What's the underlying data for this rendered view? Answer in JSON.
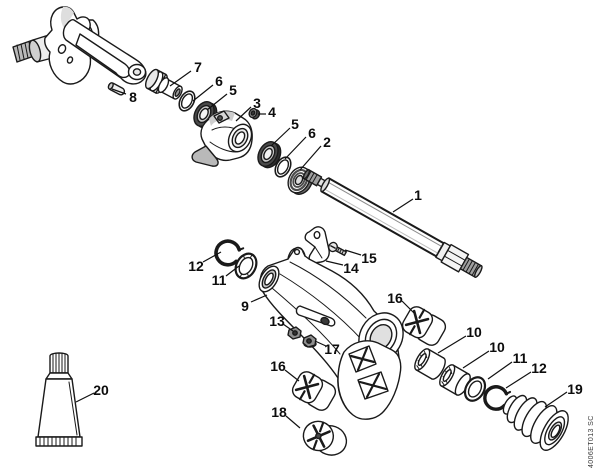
{
  "figure": {
    "kind": "exploded-parts-diagram",
    "drawing_number": "4006ET013 SC",
    "background_color": "#ffffff",
    "line_color": "#1a1a1a"
  },
  "callouts": [
    {
      "label": "7",
      "part": "swivel-bushing"
    },
    {
      "label": "8",
      "part": "locating-pin"
    },
    {
      "label": "6",
      "part": "o-ring-upper"
    },
    {
      "label": "5",
      "part": "sealing-ring-upper"
    },
    {
      "label": "3",
      "part": "clamp-body"
    },
    {
      "label": "4",
      "part": "cap-nut"
    },
    {
      "label": "5",
      "part": "sealing-ring-lower"
    },
    {
      "label": "6",
      "part": "o-ring-lower"
    },
    {
      "label": "2",
      "part": "bearing-ring"
    },
    {
      "label": "1",
      "part": "drive-shaft"
    },
    {
      "label": "15",
      "part": "screw"
    },
    {
      "label": "14",
      "part": "mount-bracket"
    },
    {
      "label": "12",
      "part": "circlip-left"
    },
    {
      "label": "11",
      "part": "washer-left"
    },
    {
      "label": "9",
      "part": "gear-housing"
    },
    {
      "label": "13",
      "part": "square-nut"
    },
    {
      "label": "17",
      "part": "lock-nut"
    },
    {
      "label": "16",
      "part": "damper-plug-right"
    },
    {
      "label": "10",
      "part": "needle-bearing-1"
    },
    {
      "label": "10",
      "part": "needle-bearing-2"
    },
    {
      "label": "11",
      "part": "washer-right"
    },
    {
      "label": "12",
      "part": "circlip-right"
    },
    {
      "label": "19",
      "part": "bellows-boot"
    },
    {
      "label": "20",
      "part": "grease-tube"
    },
    {
      "label": "16",
      "part": "damper-plug-mid"
    },
    {
      "label": "18",
      "part": "damper-round"
    }
  ]
}
